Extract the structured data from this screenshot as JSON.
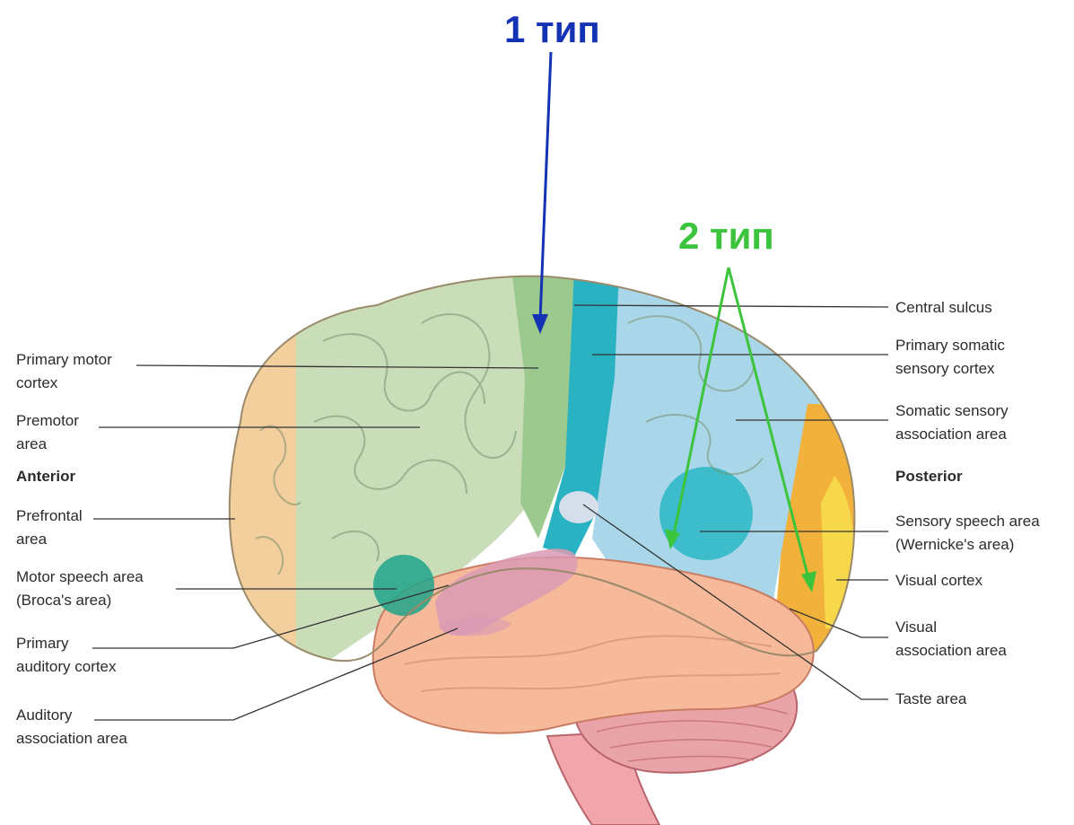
{
  "annotations": {
    "type1": {
      "text": "1 тип",
      "color": "#1432b4"
    },
    "type2": {
      "text": "2 тип",
      "color": "#3cc43c"
    }
  },
  "left_labels": {
    "primary_motor_cortex": [
      "Primary motor",
      "cortex"
    ],
    "premotor_area": [
      "Premotor",
      "area"
    ],
    "anterior": "Anterior",
    "prefrontal_area": [
      "Prefrontal",
      "area"
    ],
    "motor_speech_area": [
      "Motor speech area",
      "(Broca's area)"
    ],
    "primary_auditory_cortex": [
      "Primary",
      "auditory cortex"
    ],
    "auditory_association_area": [
      "Auditory",
      "association area"
    ]
  },
  "right_labels": {
    "central_sulcus": [
      "Central sulcus"
    ],
    "primary_somatic_sensory_cortex": [
      "Primary somatic",
      "sensory cortex"
    ],
    "somatic_sensory_association_area": [
      "Somatic sensory",
      "association area"
    ],
    "posterior": "Posterior",
    "sensory_speech_area": [
      "Sensory speech area",
      "(Wernicke's area)"
    ],
    "visual_cortex": [
      "Visual cortex"
    ],
    "visual_association_area": [
      "Visual",
      "association area"
    ],
    "taste_area": [
      "Taste area"
    ]
  },
  "region_colors": {
    "prefrontal": "#f2cf9c",
    "premotor": "#c9ddb9",
    "primary_motor": "#9cc98e",
    "primary_somatic": "#29b2c2",
    "somatic_association": "#a9d6e8",
    "visual_association": "#f2b13a",
    "visual_cortex": "#f6d84a",
    "temporal": "#f6b99a",
    "auditory": "#d99ab4",
    "cerebellum": "#e8a4a8",
    "broca": "#1fa58a",
    "wernicke": "#22b6c4"
  }
}
